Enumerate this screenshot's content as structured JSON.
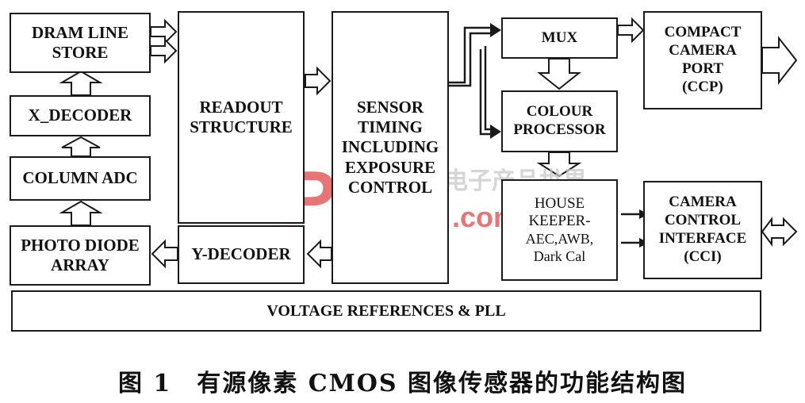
{
  "blocks": {
    "dram_line_store": "DRAM LINE\nSTORE",
    "x_decoder": "X_DECODER",
    "column_adc": "COLUMN ADC",
    "photo_diode_array": "PHOTO DIODE\nARRAY",
    "readout_structure": "READOUT\nSTRUCTURE",
    "y_decoder": "Y-DECODER",
    "sensor_timing": "SENSOR\nTIMING\nINCLUDING\nEXPOSURE\nCONTROL",
    "mux": "MUX",
    "colour_processor": "COLOUR\nPROCESSOR",
    "house_keeper_title": "HOUSE\nKEEPER-",
    "house_keeper_detail": "AEC,AWB,\nDark Cal",
    "ccp": "COMPACT\nCAMERA\nPORT\n(CCP)",
    "cci": "CAMERA\nCONTROL\nINTERFACE\n(CCI)",
    "voltage_pll": "VOLTAGE REFERENCES & PLL"
  },
  "watermark": {
    "logo_text": "EEPW",
    "cn_text": "电子产品世界",
    "url_text": ".com.cn"
  },
  "caption": "图 1　有源像素 CMOS 图像传感器的功能结构图"
}
